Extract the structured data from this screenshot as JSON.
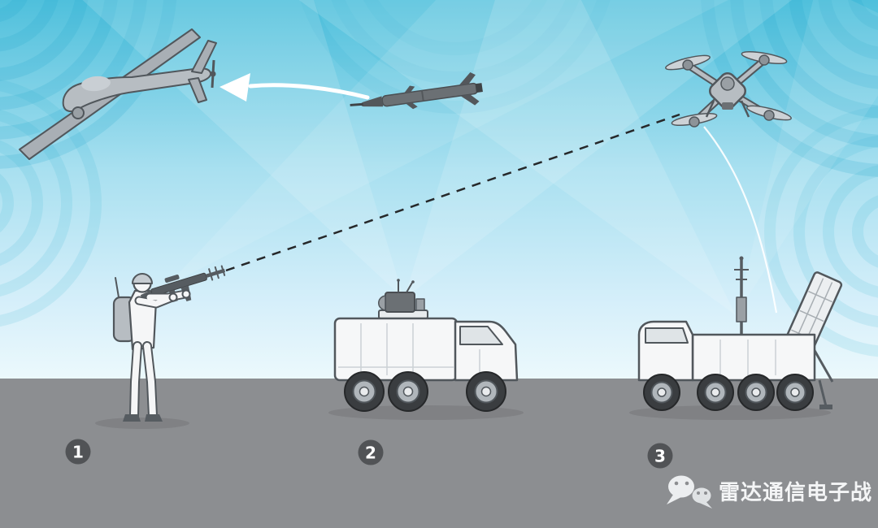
{
  "labels": [
    {
      "number": "1",
      "item": "soldier-with-handheld-jammer"
    },
    {
      "number": "2",
      "item": "jammer-radar-truck"
    },
    {
      "number": "3",
      "item": "missile-launcher-vehicle"
    }
  ],
  "sky_objects": {
    "uav": "fixed-wing-uav",
    "missile": "interceptor-missile",
    "drone": "quadcopter-drone"
  },
  "connections": {
    "jamming_line": "dashed-line-soldier-to-quadcopter",
    "intercept_arrow": "white-arrow-missile-to-uav",
    "trajectory": "white-curve-launcher-to-quadcopter"
  },
  "watermark": {
    "icon": "wechat-icon",
    "text": "雷达通信电子战"
  },
  "colors": {
    "sky_top": "#4fc0dc",
    "sky_bottom": "#ecf9fc",
    "ground": "#8c8e91",
    "beam": "#ffffff",
    "outline": "#51575c",
    "vehicle_fill": "#f6f7f8",
    "badge_fill": "#515356",
    "badge_text": "#ffffff",
    "dashed_line": "#26282a",
    "arrow": "#ffffff",
    "watermark_text": "#f4f5f6"
  }
}
